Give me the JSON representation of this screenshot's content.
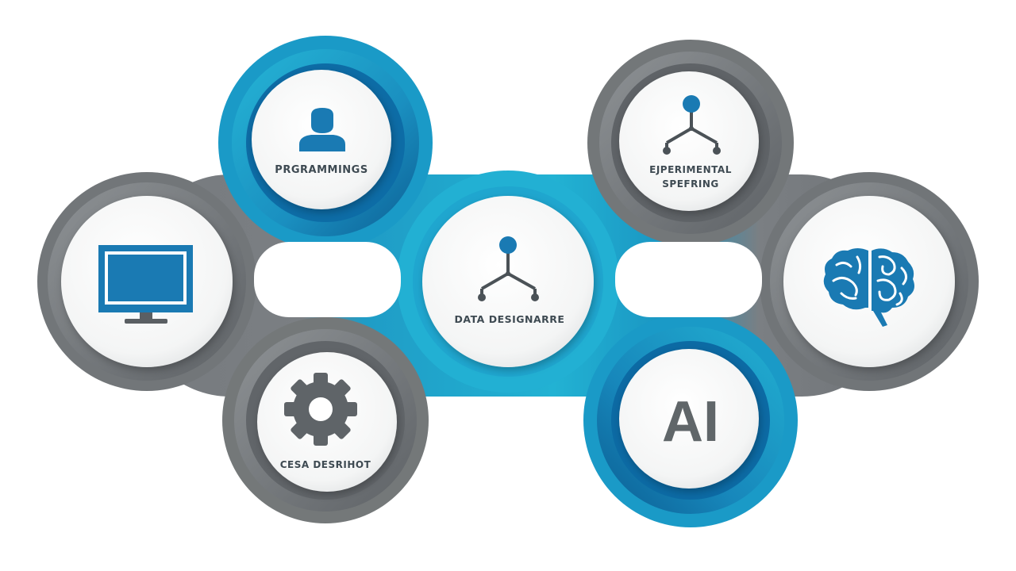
{
  "colors": {
    "blue_dark": "#0c6fa8",
    "blue_light": "#22b4d3",
    "gray_dark": "#6a6e72",
    "gray_light": "#8c9093",
    "icon_blue": "#1a7ab3",
    "node_white": "#f7f8f8"
  },
  "nodes": {
    "programming": {
      "label": "PRGRAMMINGS",
      "icon": "person-icon"
    },
    "experimental": {
      "line1": "EJPERIMENTAL",
      "line2": "SPEFRING",
      "icon": "network-icon"
    },
    "data": {
      "label": "DATA DESIGNARRE",
      "icon": "network-icon"
    },
    "monitor": {
      "icon": "monitor-icon"
    },
    "brain": {
      "icon": "brain-icon"
    },
    "cesa": {
      "label": "CESA DESRIHOT",
      "icon": "gear-icon"
    },
    "ai": {
      "label": "AI"
    }
  }
}
